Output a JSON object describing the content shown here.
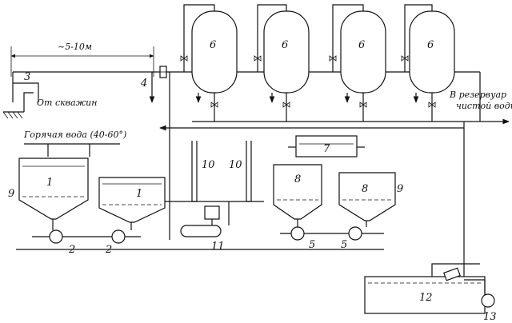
{
  "diagram": {
    "labels": {
      "distance": "~5-10м",
      "from_wells": "От скважин",
      "hot_water": "Горячая вода (40-60°)",
      "to_reservoir_line1": "В резервуар",
      "to_reservoir_line2": "чистой воды"
    },
    "numbers": {
      "n1a": "1",
      "n1b": "1",
      "n2a": "2",
      "n2b": "2",
      "n3": "3",
      "n4": "4",
      "n5a": "5",
      "n5b": "5",
      "n6a": "6",
      "n6b": "6",
      "n6c": "6",
      "n6d": "6",
      "n7": "7",
      "n8a": "8",
      "n8b": "8",
      "n9a": "9",
      "n9b": "9",
      "n10a": "10",
      "n10b": "10",
      "n11": "11",
      "n12": "12",
      "n13": "13"
    },
    "colors": {
      "ink": "#111111",
      "paper": "#ffffff"
    }
  }
}
